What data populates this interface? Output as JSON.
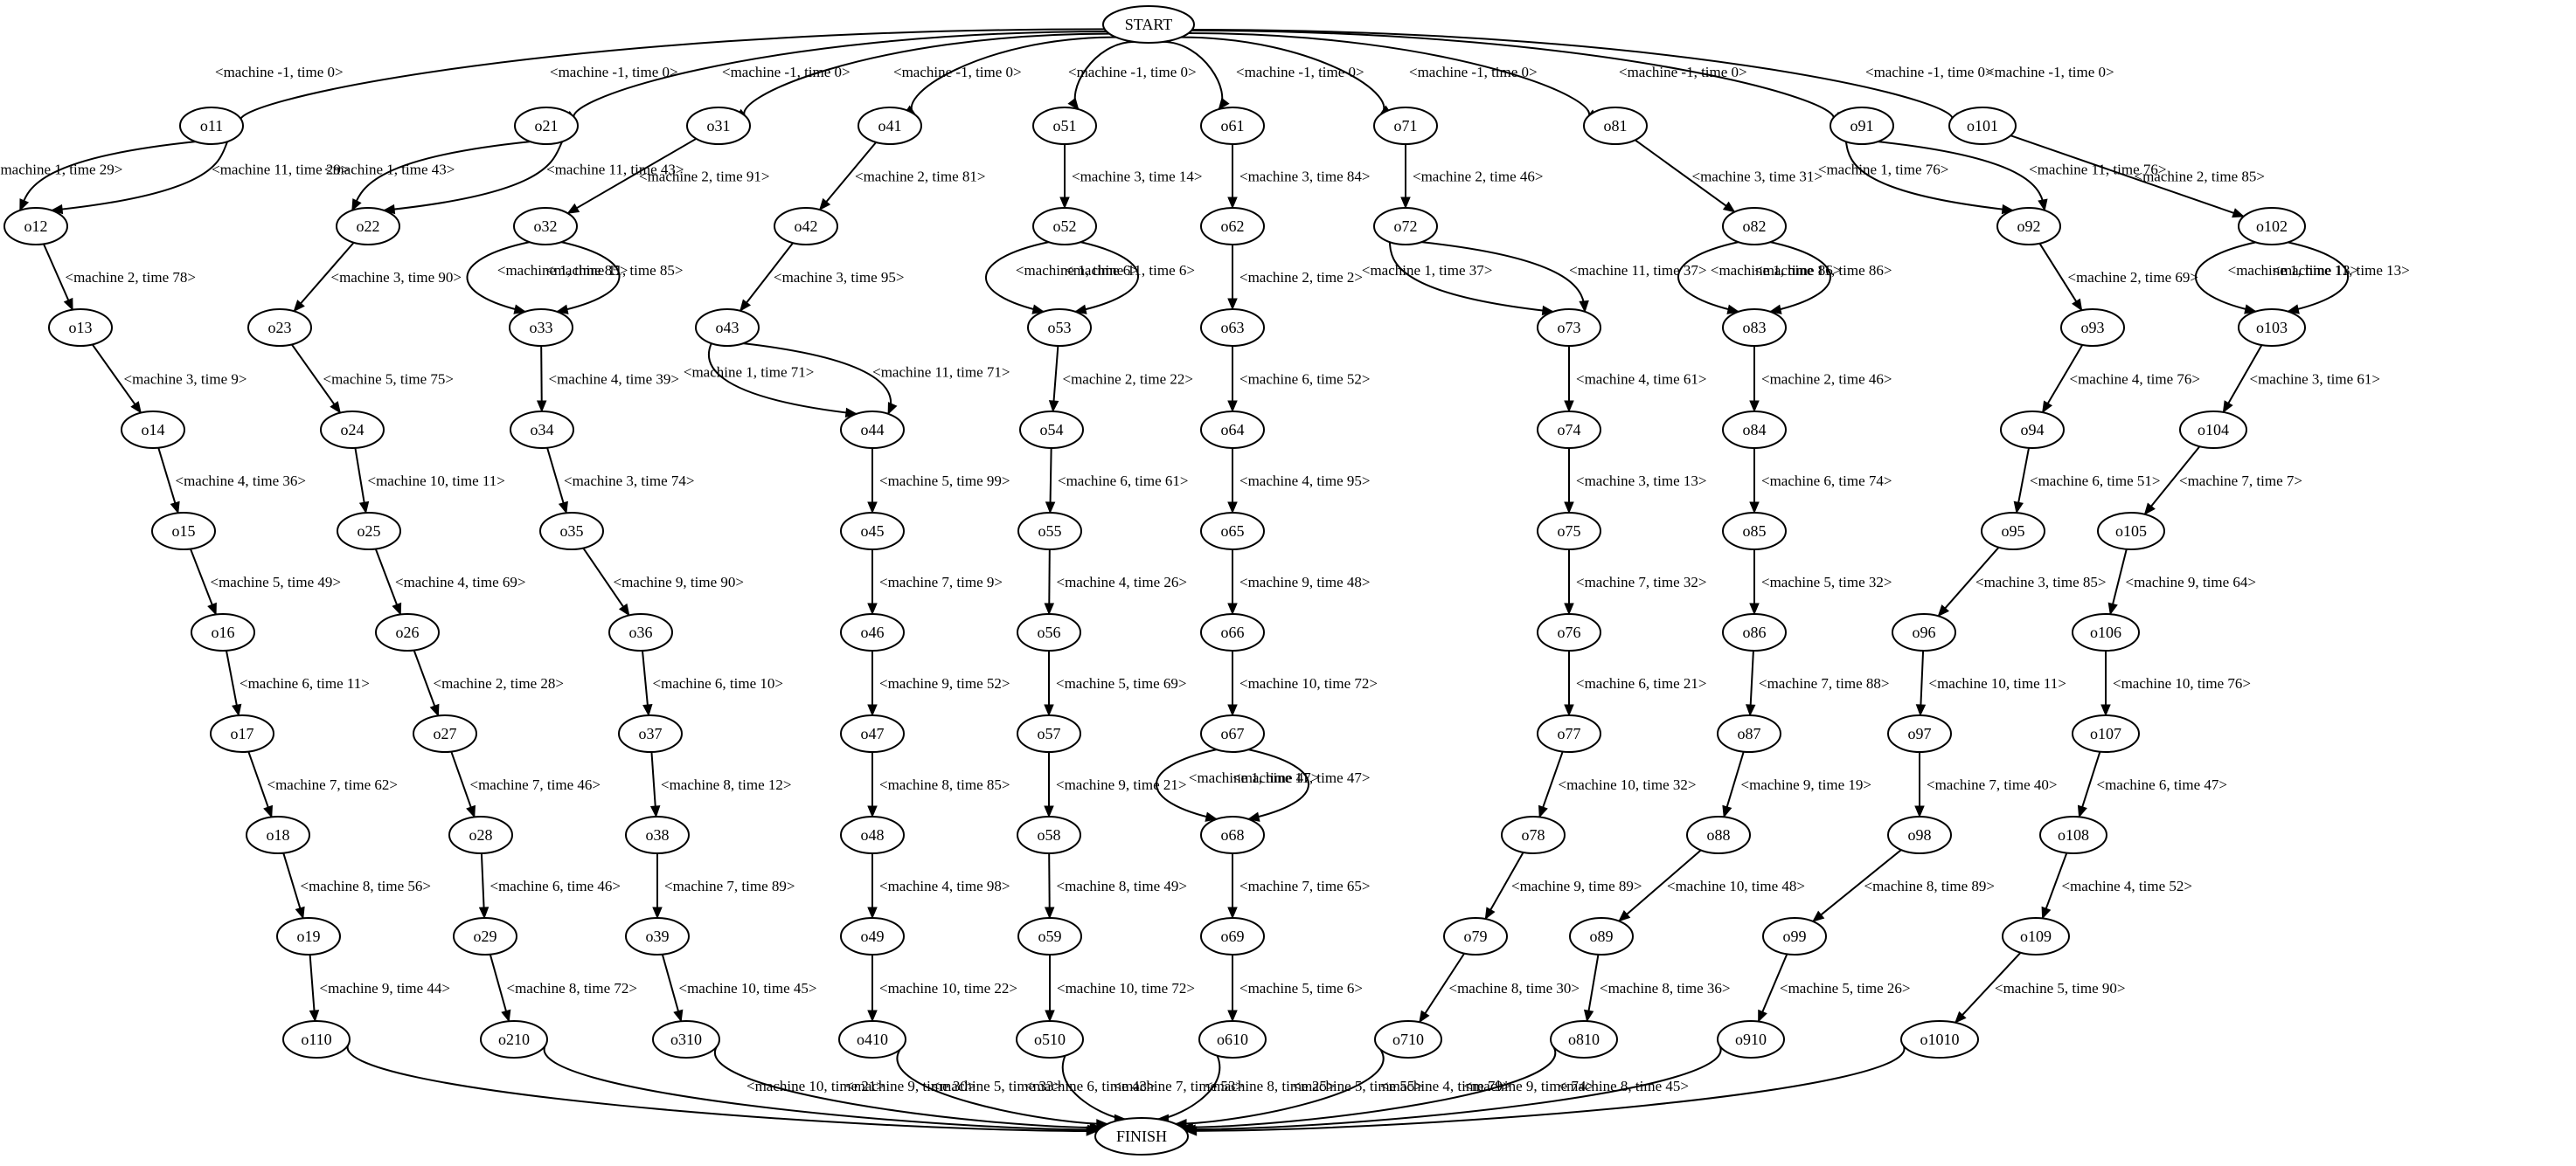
{
  "graph": {
    "nodes": [
      {
        "id": "START",
        "label": "START"
      },
      {
        "id": "FINISH",
        "label": "FINISH"
      },
      {
        "id": "o11",
        "label": "o11"
      },
      {
        "id": "o12",
        "label": "o12"
      },
      {
        "id": "o13",
        "label": "o13"
      },
      {
        "id": "o14",
        "label": "o14"
      },
      {
        "id": "o15",
        "label": "o15"
      },
      {
        "id": "o16",
        "label": "o16"
      },
      {
        "id": "o17",
        "label": "o17"
      },
      {
        "id": "o18",
        "label": "o18"
      },
      {
        "id": "o19",
        "label": "o19"
      },
      {
        "id": "o110",
        "label": "o110"
      },
      {
        "id": "o21",
        "label": "o21"
      },
      {
        "id": "o22",
        "label": "o22"
      },
      {
        "id": "o23",
        "label": "o23"
      },
      {
        "id": "o24",
        "label": "o24"
      },
      {
        "id": "o25",
        "label": "o25"
      },
      {
        "id": "o26",
        "label": "o26"
      },
      {
        "id": "o27",
        "label": "o27"
      },
      {
        "id": "o28",
        "label": "o28"
      },
      {
        "id": "o29",
        "label": "o29"
      },
      {
        "id": "o210",
        "label": "o210"
      },
      {
        "id": "o31",
        "label": "o31"
      },
      {
        "id": "o32",
        "label": "o32"
      },
      {
        "id": "o33",
        "label": "o33"
      },
      {
        "id": "o34",
        "label": "o34"
      },
      {
        "id": "o35",
        "label": "o35"
      },
      {
        "id": "o36",
        "label": "o36"
      },
      {
        "id": "o37",
        "label": "o37"
      },
      {
        "id": "o38",
        "label": "o38"
      },
      {
        "id": "o39",
        "label": "o39"
      },
      {
        "id": "o310",
        "label": "o310"
      },
      {
        "id": "o41",
        "label": "o41"
      },
      {
        "id": "o42",
        "label": "o42"
      },
      {
        "id": "o43",
        "label": "o43"
      },
      {
        "id": "o44",
        "label": "o44"
      },
      {
        "id": "o45",
        "label": "o45"
      },
      {
        "id": "o46",
        "label": "o46"
      },
      {
        "id": "o47",
        "label": "o47"
      },
      {
        "id": "o48",
        "label": "o48"
      },
      {
        "id": "o49",
        "label": "o49"
      },
      {
        "id": "o410",
        "label": "o410"
      },
      {
        "id": "o51",
        "label": "o51"
      },
      {
        "id": "o52",
        "label": "o52"
      },
      {
        "id": "o53",
        "label": "o53"
      },
      {
        "id": "o54",
        "label": "o54"
      },
      {
        "id": "o55",
        "label": "o55"
      },
      {
        "id": "o56",
        "label": "o56"
      },
      {
        "id": "o57",
        "label": "o57"
      },
      {
        "id": "o58",
        "label": "o58"
      },
      {
        "id": "o59",
        "label": "o59"
      },
      {
        "id": "o510",
        "label": "o510"
      },
      {
        "id": "o61",
        "label": "o61"
      },
      {
        "id": "o62",
        "label": "o62"
      },
      {
        "id": "o63",
        "label": "o63"
      },
      {
        "id": "o64",
        "label": "o64"
      },
      {
        "id": "o65",
        "label": "o65"
      },
      {
        "id": "o66",
        "label": "o66"
      },
      {
        "id": "o67",
        "label": "o67"
      },
      {
        "id": "o68",
        "label": "o68"
      },
      {
        "id": "o69",
        "label": "o69"
      },
      {
        "id": "o610",
        "label": "o610"
      },
      {
        "id": "o71",
        "label": "o71"
      },
      {
        "id": "o72",
        "label": "o72"
      },
      {
        "id": "o73",
        "label": "o73"
      },
      {
        "id": "o74",
        "label": "o74"
      },
      {
        "id": "o75",
        "label": "o75"
      },
      {
        "id": "o76",
        "label": "o76"
      },
      {
        "id": "o77",
        "label": "o77"
      },
      {
        "id": "o78",
        "label": "o78"
      },
      {
        "id": "o79",
        "label": "o79"
      },
      {
        "id": "o710",
        "label": "o710"
      },
      {
        "id": "o81",
        "label": "o81"
      },
      {
        "id": "o82",
        "label": "o82"
      },
      {
        "id": "o83",
        "label": "o83"
      },
      {
        "id": "o84",
        "label": "o84"
      },
      {
        "id": "o85",
        "label": "o85"
      },
      {
        "id": "o86",
        "label": "o86"
      },
      {
        "id": "o87",
        "label": "o87"
      },
      {
        "id": "o88",
        "label": "o88"
      },
      {
        "id": "o89",
        "label": "o89"
      },
      {
        "id": "o810",
        "label": "o810"
      },
      {
        "id": "o91",
        "label": "o91"
      },
      {
        "id": "o92",
        "label": "o92"
      },
      {
        "id": "o93",
        "label": "o93"
      },
      {
        "id": "o94",
        "label": "o94"
      },
      {
        "id": "o95",
        "label": "o95"
      },
      {
        "id": "o96",
        "label": "o96"
      },
      {
        "id": "o97",
        "label": "o97"
      },
      {
        "id": "o98",
        "label": "o98"
      },
      {
        "id": "o99",
        "label": "o99"
      },
      {
        "id": "o910",
        "label": "o910"
      },
      {
        "id": "o101",
        "label": "o101"
      },
      {
        "id": "o102",
        "label": "o102"
      },
      {
        "id": "o103",
        "label": "o103"
      },
      {
        "id": "o104",
        "label": "o104"
      },
      {
        "id": "o105",
        "label": "o105"
      },
      {
        "id": "o106",
        "label": "o106"
      },
      {
        "id": "o107",
        "label": "o107"
      },
      {
        "id": "o108",
        "label": "o108"
      },
      {
        "id": "o109",
        "label": "o109"
      },
      {
        "id": "o1010",
        "label": "o1010"
      }
    ],
    "edges": [
      {
        "from": "START",
        "to": "o11",
        "label": "<machine -1, time 0>"
      },
      {
        "from": "START",
        "to": "o21",
        "label": "<machine -1, time 0>"
      },
      {
        "from": "START",
        "to": "o31",
        "label": "<machine -1, time 0>"
      },
      {
        "from": "START",
        "to": "o41",
        "label": "<machine -1, time 0>"
      },
      {
        "from": "START",
        "to": "o51",
        "label": "<machine -1, time 0>"
      },
      {
        "from": "START",
        "to": "o61",
        "label": "<machine -1, time 0>"
      },
      {
        "from": "START",
        "to": "o71",
        "label": "<machine -1, time 0>"
      },
      {
        "from": "START",
        "to": "o81",
        "label": "<machine -1, time 0>"
      },
      {
        "from": "START",
        "to": "o91",
        "label": "<machine -1, time 0>"
      },
      {
        "from": "START",
        "to": "o101",
        "label": "<machine -1, time 0>"
      },
      {
        "from": "o11",
        "to": "o12",
        "label": "<machine 1, time 29>"
      },
      {
        "from": "o11",
        "to": "o12",
        "label": "<machine 11, time 29>"
      },
      {
        "from": "o12",
        "to": "o13",
        "label": "<machine 2, time 78>"
      },
      {
        "from": "o13",
        "to": "o14",
        "label": "<machine 3, time 9>"
      },
      {
        "from": "o14",
        "to": "o15",
        "label": "<machine 4, time 36>"
      },
      {
        "from": "o15",
        "to": "o16",
        "label": "<machine 5, time 49>"
      },
      {
        "from": "o16",
        "to": "o17",
        "label": "<machine 6, time 11>"
      },
      {
        "from": "o17",
        "to": "o18",
        "label": "<machine 7, time 62>"
      },
      {
        "from": "o18",
        "to": "o19",
        "label": "<machine 8, time 56>"
      },
      {
        "from": "o19",
        "to": "o110",
        "label": "<machine 9, time 44>"
      },
      {
        "from": "o110",
        "to": "FINISH",
        "label": "<machine 10, time 21>"
      },
      {
        "from": "o21",
        "to": "o22",
        "label": "<machine 1, time 43>"
      },
      {
        "from": "o21",
        "to": "o22",
        "label": "<machine 11, time 43>"
      },
      {
        "from": "o22",
        "to": "o23",
        "label": "<machine 3, time 90>"
      },
      {
        "from": "o23",
        "to": "o24",
        "label": "<machine 5, time 75>"
      },
      {
        "from": "o24",
        "to": "o25",
        "label": "<machine 10, time 11>"
      },
      {
        "from": "o25",
        "to": "o26",
        "label": "<machine 4, time 69>"
      },
      {
        "from": "o26",
        "to": "o27",
        "label": "<machine 2, time 28>"
      },
      {
        "from": "o27",
        "to": "o28",
        "label": "<machine 7, time 46>"
      },
      {
        "from": "o28",
        "to": "o29",
        "label": "<machine 6, time 46>"
      },
      {
        "from": "o29",
        "to": "o210",
        "label": "<machine 8, time 72>"
      },
      {
        "from": "o210",
        "to": "FINISH",
        "label": "<machine 9, time 30>"
      },
      {
        "from": "o31",
        "to": "o32",
        "label": "<machine 2, time 91>"
      },
      {
        "from": "o32",
        "to": "o33",
        "label": "<machine 1, time 85>"
      },
      {
        "from": "o32",
        "to": "o33",
        "label": "<machine 11, time 85>"
      },
      {
        "from": "o33",
        "to": "o34",
        "label": "<machine 4, time 39>"
      },
      {
        "from": "o34",
        "to": "o35",
        "label": "<machine 3, time 74>"
      },
      {
        "from": "o35",
        "to": "o36",
        "label": "<machine 9, time 90>"
      },
      {
        "from": "o36",
        "to": "o37",
        "label": "<machine 6, time 10>"
      },
      {
        "from": "o37",
        "to": "o38",
        "label": "<machine 8, time 12>"
      },
      {
        "from": "o38",
        "to": "o39",
        "label": "<machine 7, time 89>"
      },
      {
        "from": "o39",
        "to": "o310",
        "label": "<machine 10, time 45>"
      },
      {
        "from": "o310",
        "to": "FINISH",
        "label": "<machine 5, time 33>"
      },
      {
        "from": "o41",
        "to": "o42",
        "label": "<machine 2, time 81>"
      },
      {
        "from": "o42",
        "to": "o43",
        "label": "<machine 3, time 95>"
      },
      {
        "from": "o43",
        "to": "o44",
        "label": "<machine 1, time 71>"
      },
      {
        "from": "o43",
        "to": "o44",
        "label": "<machine 11, time 71>"
      },
      {
        "from": "o44",
        "to": "o45",
        "label": "<machine 5, time 99>"
      },
      {
        "from": "o45",
        "to": "o46",
        "label": "<machine 7, time 9>"
      },
      {
        "from": "o46",
        "to": "o47",
        "label": "<machine 9, time 52>"
      },
      {
        "from": "o47",
        "to": "o48",
        "label": "<machine 8, time 85>"
      },
      {
        "from": "o48",
        "to": "o49",
        "label": "<machine 4, time 98>"
      },
      {
        "from": "o49",
        "to": "o410",
        "label": "<machine 10, time 22>"
      },
      {
        "from": "o410",
        "to": "FINISH",
        "label": "<machine 6, time 43>"
      },
      {
        "from": "o51",
        "to": "o52",
        "label": "<machine 3, time 14>"
      },
      {
        "from": "o52",
        "to": "o53",
        "label": "<machine 1, time 6>"
      },
      {
        "from": "o52",
        "to": "o53",
        "label": "<machine 11, time 6>"
      },
      {
        "from": "o53",
        "to": "o54",
        "label": "<machine 2, time 22>"
      },
      {
        "from": "o54",
        "to": "o55",
        "label": "<machine 6, time 61>"
      },
      {
        "from": "o55",
        "to": "o56",
        "label": "<machine 4, time 26>"
      },
      {
        "from": "o56",
        "to": "o57",
        "label": "<machine 5, time 69>"
      },
      {
        "from": "o57",
        "to": "o58",
        "label": "<machine 9, time 21>"
      },
      {
        "from": "o58",
        "to": "o59",
        "label": "<machine 8, time 49>"
      },
      {
        "from": "o59",
        "to": "o510",
        "label": "<machine 10, time 72>"
      },
      {
        "from": "o510",
        "to": "FINISH",
        "label": "<machine 7, time 53>"
      },
      {
        "from": "o61",
        "to": "o62",
        "label": "<machine 3, time 84>"
      },
      {
        "from": "o62",
        "to": "o63",
        "label": "<machine 2, time 2>"
      },
      {
        "from": "o63",
        "to": "o64",
        "label": "<machine 6, time 52>"
      },
      {
        "from": "o64",
        "to": "o65",
        "label": "<machine 4, time 95>"
      },
      {
        "from": "o65",
        "to": "o66",
        "label": "<machine 9, time 48>"
      },
      {
        "from": "o66",
        "to": "o67",
        "label": "<machine 10, time 72>"
      },
      {
        "from": "o67",
        "to": "o68",
        "label": "<machine 1, time 47>"
      },
      {
        "from": "o67",
        "to": "o68",
        "label": "<machine 11, time 47>"
      },
      {
        "from": "o68",
        "to": "o69",
        "label": "<machine 7, time 65>"
      },
      {
        "from": "o69",
        "to": "o610",
        "label": "<machine 5, time 6>"
      },
      {
        "from": "o610",
        "to": "FINISH",
        "label": "<machine 8, time 25>"
      },
      {
        "from": "o71",
        "to": "o72",
        "label": "<machine 2, time 46>"
      },
      {
        "from": "o72",
        "to": "o73",
        "label": "<machine 1, time 37>"
      },
      {
        "from": "o72",
        "to": "o73",
        "label": "<machine 11, time 37>"
      },
      {
        "from": "o73",
        "to": "o74",
        "label": "<machine 4, time 61>"
      },
      {
        "from": "o74",
        "to": "o75",
        "label": "<machine 3, time 13>"
      },
      {
        "from": "o75",
        "to": "o76",
        "label": "<machine 7, time 32>"
      },
      {
        "from": "o76",
        "to": "o77",
        "label": "<machine 6, time 21>"
      },
      {
        "from": "o77",
        "to": "o78",
        "label": "<machine 10, time 32>"
      },
      {
        "from": "o78",
        "to": "o79",
        "label": "<machine 9, time 89>"
      },
      {
        "from": "o79",
        "to": "o710",
        "label": "<machine 8, time 30>"
      },
      {
        "from": "o710",
        "to": "FINISH",
        "label": "<machine 5, time 55>"
      },
      {
        "from": "o81",
        "to": "o82",
        "label": "<machine 3, time 31>"
      },
      {
        "from": "o82",
        "to": "o83",
        "label": "<machine 1, time 86>"
      },
      {
        "from": "o82",
        "to": "o83",
        "label": "<machine 11, time 86>"
      },
      {
        "from": "o83",
        "to": "o84",
        "label": "<machine 2, time 46>"
      },
      {
        "from": "o84",
        "to": "o85",
        "label": "<machine 6, time 74>"
      },
      {
        "from": "o85",
        "to": "o86",
        "label": "<machine 5, time 32>"
      },
      {
        "from": "o86",
        "to": "o87",
        "label": "<machine 7, time 88>"
      },
      {
        "from": "o87",
        "to": "o88",
        "label": "<machine 9, time 19>"
      },
      {
        "from": "o88",
        "to": "o89",
        "label": "<machine 10, time 48>"
      },
      {
        "from": "o89",
        "to": "o810",
        "label": "<machine 8, time 36>"
      },
      {
        "from": "o810",
        "to": "FINISH",
        "label": "<machine 4, time 79>"
      },
      {
        "from": "o91",
        "to": "o92",
        "label": "<machine 1, time 76>"
      },
      {
        "from": "o91",
        "to": "o92",
        "label": "<machine 11, time 76>"
      },
      {
        "from": "o92",
        "to": "o93",
        "label": "<machine 2, time 69>"
      },
      {
        "from": "o93",
        "to": "o94",
        "label": "<machine 4, time 76>"
      },
      {
        "from": "o94",
        "to": "o95",
        "label": "<machine 6, time 51>"
      },
      {
        "from": "o95",
        "to": "o96",
        "label": "<machine 3, time 85>"
      },
      {
        "from": "o96",
        "to": "o97",
        "label": "<machine 10, time 11>"
      },
      {
        "from": "o97",
        "to": "o98",
        "label": "<machine 7, time 40>"
      },
      {
        "from": "o98",
        "to": "o99",
        "label": "<machine 8, time 89>"
      },
      {
        "from": "o99",
        "to": "o910",
        "label": "<machine 5, time 26>"
      },
      {
        "from": "o910",
        "to": "FINISH",
        "label": "<machine 9, time 74>"
      },
      {
        "from": "o101",
        "to": "o102",
        "label": "<machine 2, time 85>"
      },
      {
        "from": "o102",
        "to": "o103",
        "label": "<machine 1, time 13>"
      },
      {
        "from": "o102",
        "to": "o103",
        "label": "<machine 11, time 13>"
      },
      {
        "from": "o103",
        "to": "o104",
        "label": "<machine 3, time 61>"
      },
      {
        "from": "o104",
        "to": "o105",
        "label": "<machine 7, time 7>"
      },
      {
        "from": "o105",
        "to": "o106",
        "label": "<machine 9, time 64>"
      },
      {
        "from": "o106",
        "to": "o107",
        "label": "<machine 10, time 76>"
      },
      {
        "from": "o107",
        "to": "o108",
        "label": "<machine 6, time 47>"
      },
      {
        "from": "o108",
        "to": "o109",
        "label": "<machine 4, time 52>"
      },
      {
        "from": "o109",
        "to": "o1010",
        "label": "<machine 5, time 90>"
      },
      {
        "from": "o1010",
        "to": "FINISH",
        "label": "<machine 8, time 45>"
      }
    ]
  }
}
